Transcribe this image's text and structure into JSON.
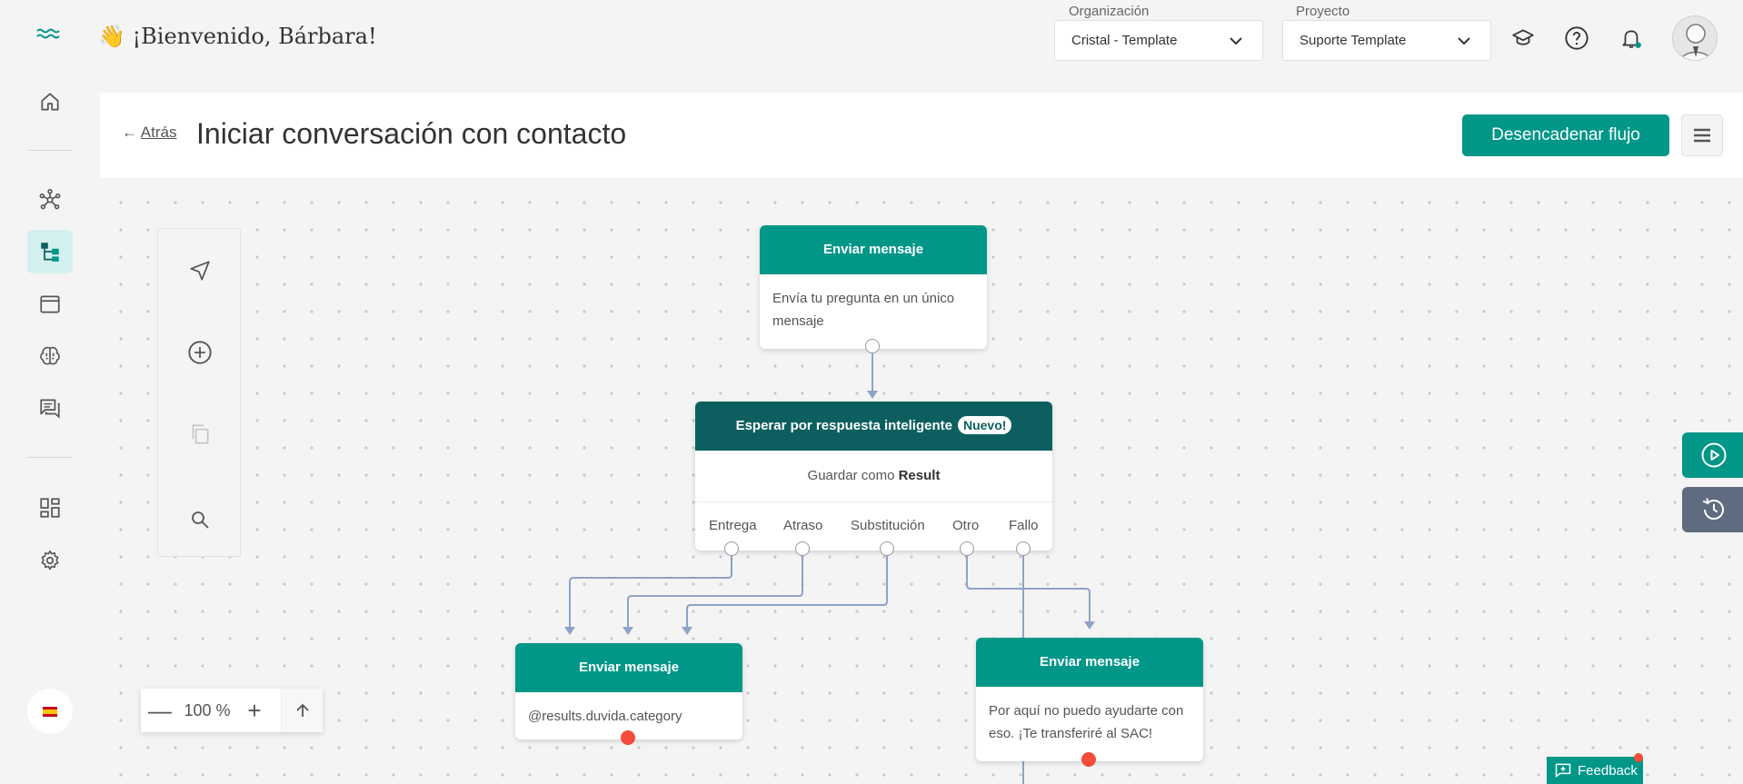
{
  "header": {
    "welcome": "👋 ¡Bienvenido, Bárbara!",
    "org_label": "Organización",
    "org_value": "Cristal - Template",
    "project_label": "Proyecto",
    "project_value": "Suporte Template"
  },
  "sidebar": {
    "items": [
      "home-icon",
      "network-icon",
      "flows-icon",
      "window-icon",
      "brain-icon",
      "chat-icon",
      "dashboard-icon",
      "settings-icon"
    ],
    "active": "flows-icon",
    "language": "es"
  },
  "page": {
    "back_arrow": "←",
    "back_label": "Atrás",
    "title": "Iniciar conversación con contacto",
    "trigger_button": "Desencadenar flujo"
  },
  "zoom": {
    "minus": "—",
    "value": "100 %",
    "plus": "+"
  },
  "nodes": {
    "send1": {
      "title": "Enviar mensaje",
      "body": "Envía tu pregunta en un único mensaje"
    },
    "wait": {
      "title": "Esperar por respuesta inteligente",
      "badge": "Nuevo!",
      "save_prefix": "Guardar como",
      "save_var": "Result",
      "categories": [
        "Entrega",
        "Atraso",
        "Substitución",
        "Otro",
        "Fallo"
      ]
    },
    "send2": {
      "title": "Enviar mensaje",
      "body": "@results.duvida.category"
    },
    "send3": {
      "title": "Enviar mensaje",
      "body": "Por aquí no puedo ayudarte con eso. ¡Te transferiré al SAC!"
    }
  },
  "feedback": {
    "label": "Feedback"
  },
  "colors": {
    "accent": "#009688",
    "dark_accent": "#0d5f5f",
    "connector": "#8fa3c8",
    "error": "#f44b3a"
  }
}
